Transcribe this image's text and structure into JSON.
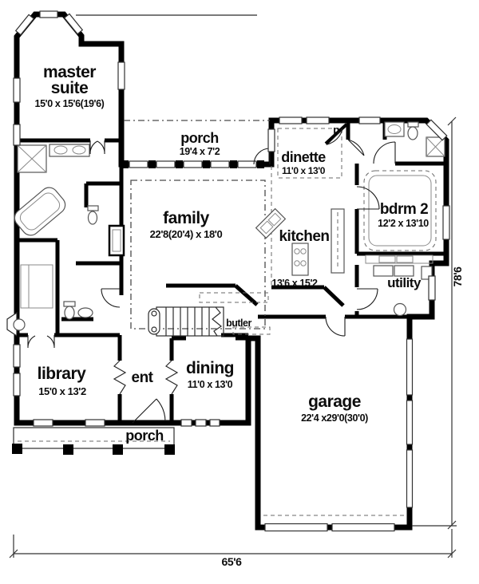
{
  "document": {
    "type": "house floor plan"
  },
  "rooms": {
    "master": {
      "line1": "master",
      "line2": "suite",
      "dims": "15'0 x 15'6(19'6)"
    },
    "porch_top": {
      "name": "porch",
      "dims": "19'4 x 7'2"
    },
    "dinette": {
      "name": "dinette",
      "dims": "11'0 x 13'0"
    },
    "pantry": {
      "name": "p"
    },
    "family": {
      "name": "family",
      "dims": "22'8(20'4) x 18'0"
    },
    "kitchen": {
      "name": "kitchen",
      "dims": "13'6 x 15'2"
    },
    "bdrm2": {
      "name": "bdrm 2",
      "dims": "12'2 x 13'10"
    },
    "utility": {
      "name": "utility"
    },
    "butler": {
      "name": "butler"
    },
    "library": {
      "name": "library",
      "dims": "15'0 x 13'2"
    },
    "entry": {
      "name": "ent"
    },
    "dining": {
      "name": "dining",
      "dims": "11'0 x 13'0"
    },
    "porch_bottom": {
      "name": "porch"
    },
    "garage": {
      "name": "garage",
      "dims": "22'4 x29'0(30'0)"
    }
  },
  "plot_dimensions": {
    "width": "65'6",
    "height": "78'6"
  },
  "colors": {
    "wall": "#000000",
    "paper": "#ffffff",
    "dashed_ceiling": "#4a4a4a",
    "fixture": "#555555"
  }
}
